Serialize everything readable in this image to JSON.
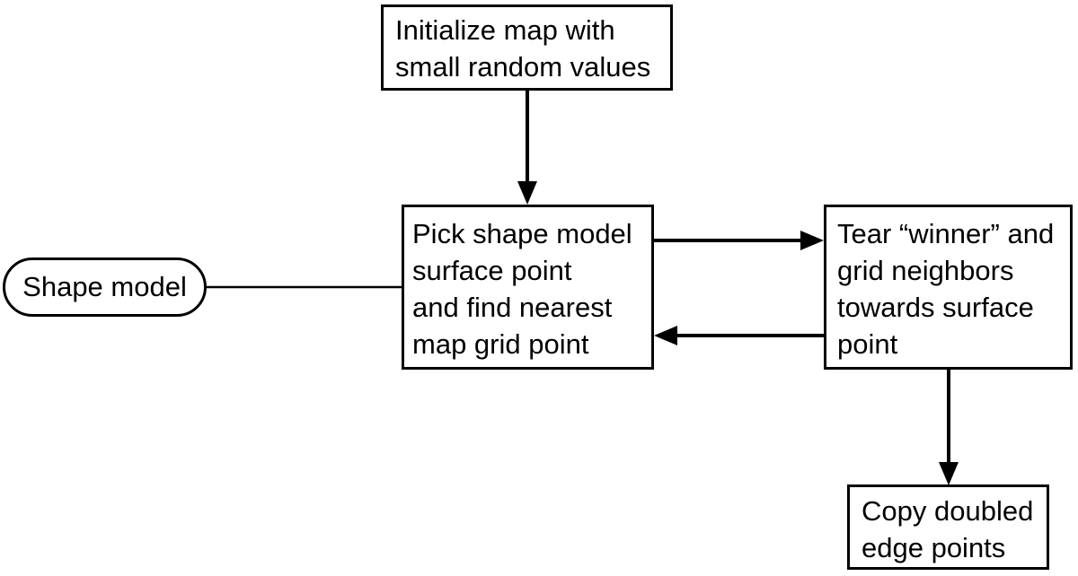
{
  "diagram": {
    "type": "flowchart",
    "background_color": "#ffffff",
    "line_color": "#000000",
    "text_color": "#000000",
    "nodes": {
      "initialize": {
        "shape": "rect",
        "label": "Initialize map with\nsmall random values"
      },
      "pick": {
        "shape": "rect",
        "label": "Pick shape model\nsurface point\nand find nearest\nmap grid point"
      },
      "shape_model": {
        "shape": "rounded",
        "label": "Shape model"
      },
      "tear": {
        "shape": "rect",
        "label": "Tear “winner” and\ngrid neighbors\ntowards surface\npoint"
      },
      "copy": {
        "shape": "rect",
        "label": "Copy doubled\nedge points"
      }
    },
    "edges": [
      {
        "from": "initialize",
        "to": "pick",
        "type": "arrow"
      },
      {
        "from": "shape_model",
        "to": "pick",
        "type": "line"
      },
      {
        "from": "pick",
        "to": "tear",
        "type": "arrow"
      },
      {
        "from": "tear",
        "to": "pick",
        "type": "arrow"
      },
      {
        "from": "tear",
        "to": "copy",
        "type": "arrow"
      }
    ]
  }
}
